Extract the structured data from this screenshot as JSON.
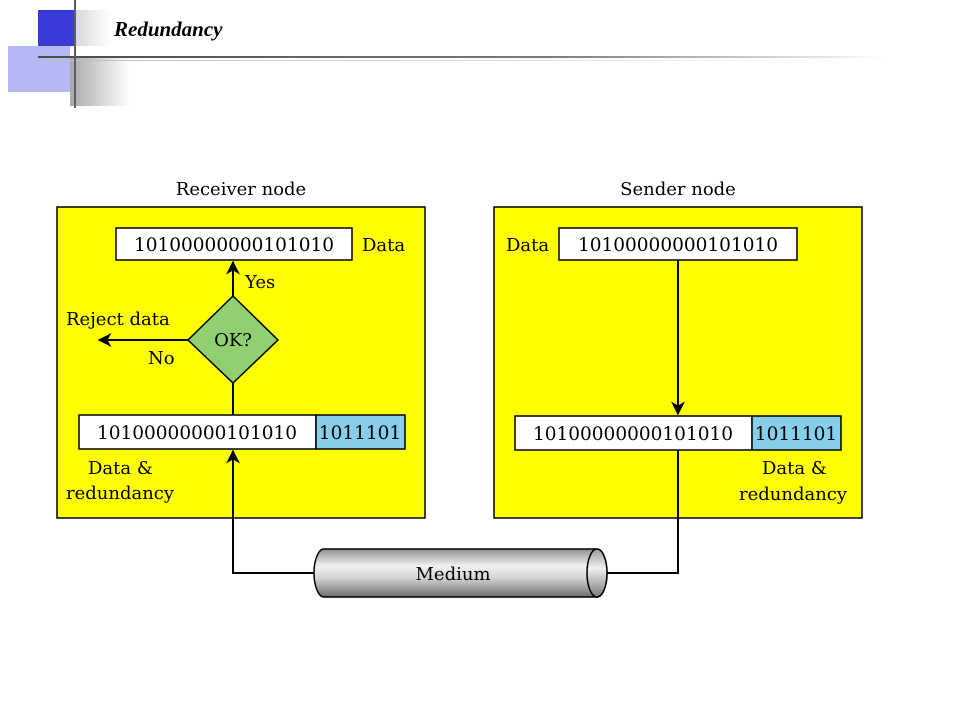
{
  "slide": {
    "title": "Redundancy"
  },
  "diagram": {
    "receiver": {
      "node_label": "Receiver node",
      "data_bits": "10100000000101010",
      "data_label": "Data",
      "decision": "OK?",
      "yes_label": "Yes",
      "no_label": "No",
      "reject_label": "Reject data",
      "frame_data_bits": "10100000000101010",
      "frame_redundancy_bits": "1011101",
      "frame_label_line1": "Data &",
      "frame_label_line2": "redundancy"
    },
    "sender": {
      "node_label": "Sender node",
      "data_label": "Data",
      "data_bits": "10100000000101010",
      "frame_data_bits": "10100000000101010",
      "frame_redundancy_bits": "1011101",
      "frame_label_line1": "Data &",
      "frame_label_line2": "redundancy"
    },
    "medium_label": "Medium",
    "colors": {
      "node_fill": "#ffff00",
      "redundancy_fill": "#87ceeb",
      "decision_fill": "#90d070",
      "header_blue": "#3a3ad6",
      "header_light_blue": "#b4b8f4"
    }
  }
}
